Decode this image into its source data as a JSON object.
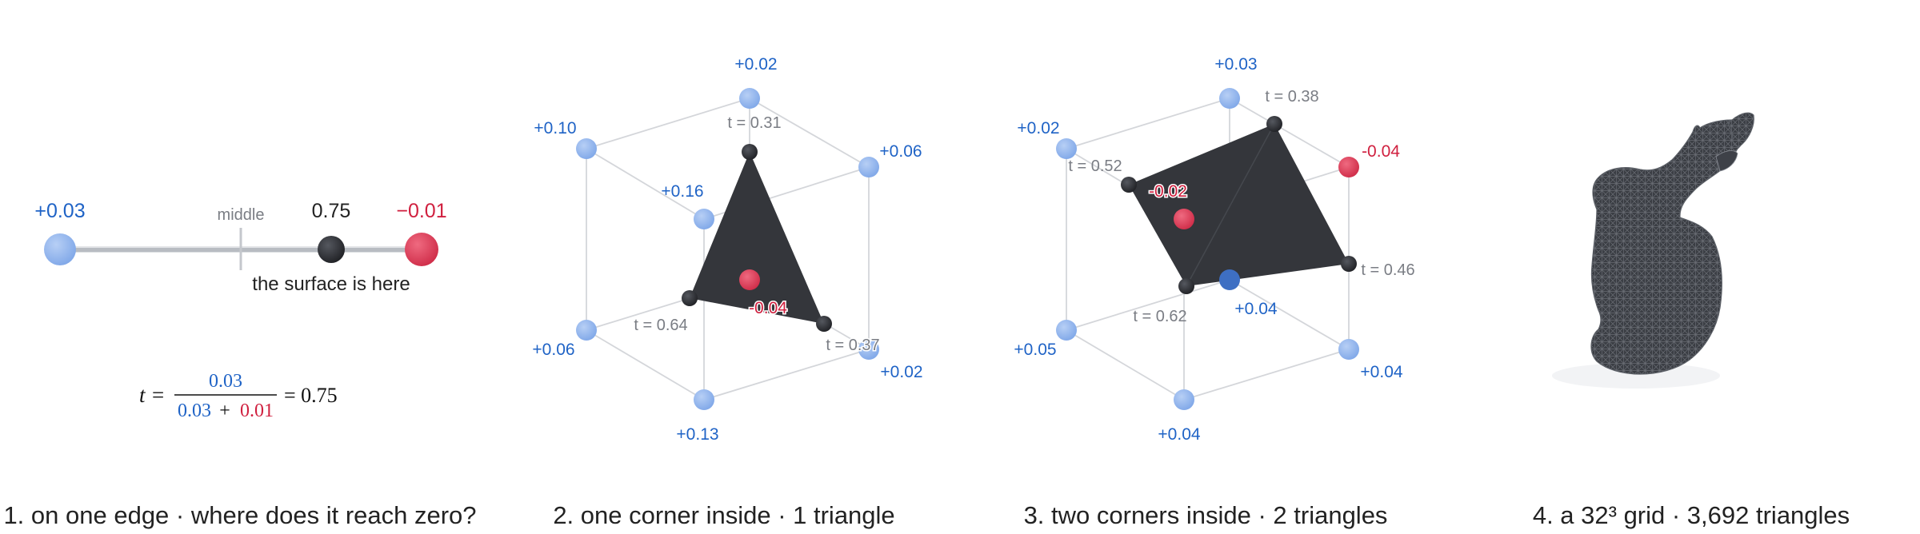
{
  "colors": {
    "blue_text": "#1f63c6",
    "red_text": "#d0203f",
    "blue_node": "#8fb3ec",
    "red_node": "#d93a55",
    "dark_node": "#2c2e33",
    "surface": "#34363b",
    "edge": "#d4d6da"
  },
  "panel1": {
    "left_value": "+0.03",
    "middle_label": "middle",
    "t_value": "0.75",
    "right_value": "−0.01",
    "surface_label": "the surface is here",
    "formula": {
      "lhs": "t =",
      "numerator": "0.03",
      "den_a": "0.03",
      "plus": "+",
      "den_b": "0.01",
      "result": "= 0.75"
    },
    "caption": "1. on one edge · where does it reach zero?"
  },
  "panel2": {
    "corners": {
      "top": "+0.02",
      "upper_left": "+0.10",
      "upper_right": "+0.06",
      "inner_front": "+0.16",
      "lower_left": "+0.06",
      "lower_right": "+0.02",
      "bottom": "+0.13",
      "inside": "-0.04"
    },
    "t_labels": {
      "top": "t = 0.31",
      "left": "t = 0.64",
      "right": "t = 0.37"
    },
    "caption": "2. one corner inside · 1 triangle"
  },
  "panel3": {
    "corners": {
      "top": "+0.03",
      "upper_left": "+0.02",
      "upper_right": "-0.04",
      "inside": "-0.02",
      "inner_front": "+0.04",
      "lower_left": "+0.05",
      "lower_right": "+0.04",
      "bottom": "+0.04"
    },
    "t_labels": {
      "top": "t = 0.38",
      "left": "t = 0.52",
      "right": "t = 0.46",
      "bottom": "t = 0.62"
    },
    "caption": "3. two corners inside · 2 triangles"
  },
  "panel4": {
    "caption": "4. a 32³ grid · 3,692 triangles"
  }
}
